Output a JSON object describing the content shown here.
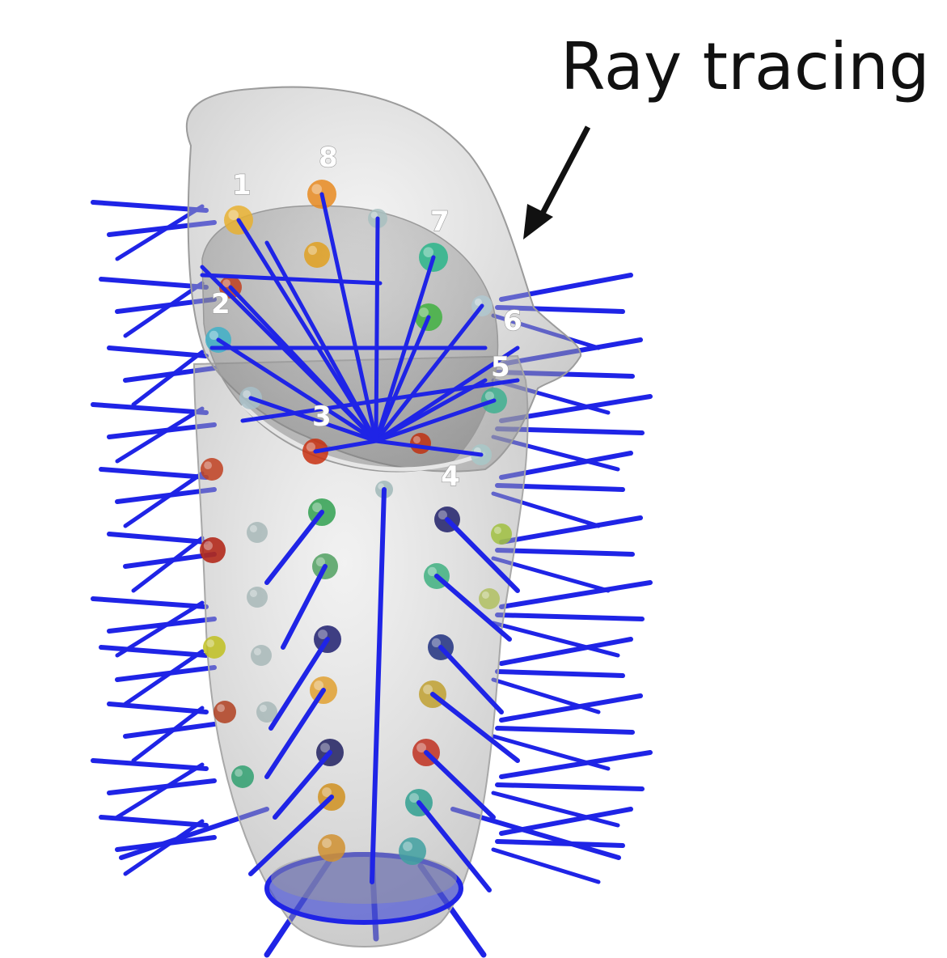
{
  "title": "Ray tracing",
  "colors": {
    "ray": "#1f24e6",
    "shell": "#b8b8b8",
    "arrow": "#111111"
  },
  "labels": [
    {
      "id": "1",
      "text": "1"
    },
    {
      "id": "2",
      "text": "2"
    },
    {
      "id": "3",
      "text": "3"
    },
    {
      "id": "4",
      "text": "4"
    },
    {
      "id": "5",
      "text": "5"
    },
    {
      "id": "6",
      "text": "6"
    },
    {
      "id": "7",
      "text": "7"
    },
    {
      "id": "8",
      "text": "8"
    }
  ]
}
